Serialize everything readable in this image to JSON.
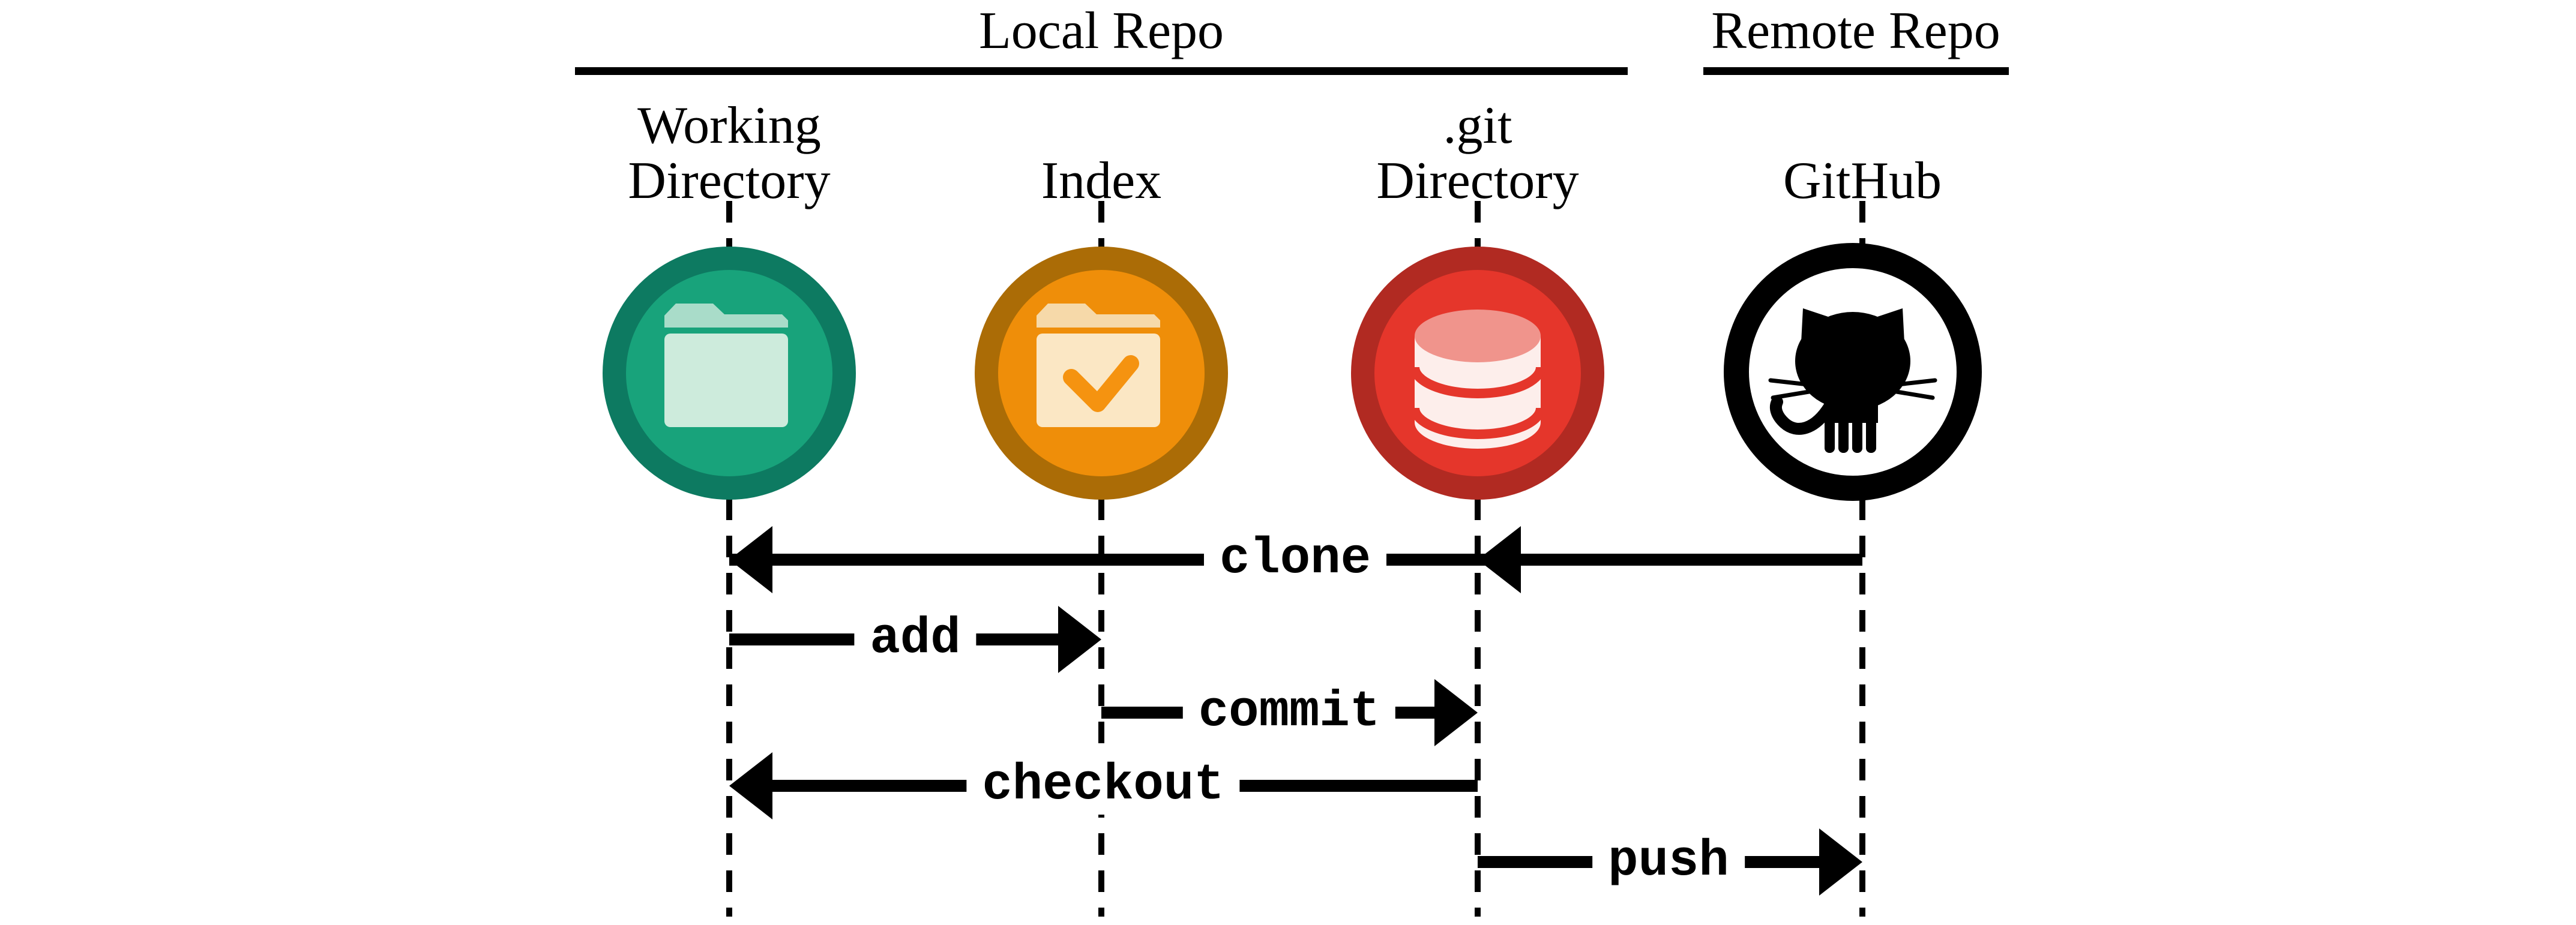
{
  "diagram": {
    "background": "#ffffff",
    "line_color": "#000000",
    "lifeline_style": "dashed",
    "headers": {
      "local": {
        "label": "Local Repo"
      },
      "remote": {
        "label": "Remote Repo"
      }
    },
    "columns": [
      {
        "id": "working-directory",
        "label": "Working\nDirectory",
        "group": "local",
        "icon": "folder-icon",
        "ring_color": "#0d7a61",
        "fill_color": "#18a37b",
        "glyph_color": "#cdebdc",
        "tab_color": "#a9dcc9"
      },
      {
        "id": "index",
        "label": "Index",
        "group": "local",
        "icon": "folder-check-icon",
        "ring_color": "#ab6c06",
        "fill_color": "#ef8e09",
        "glyph_color": "#fbe7c4",
        "tab_color": "#f6d9a9",
        "check_color": "#f59310"
      },
      {
        "id": "git-directory",
        "label": ".git\nDirectory",
        "group": "local",
        "icon": "database-icon",
        "ring_color": "#b12a22",
        "fill_color": "#e5362b",
        "glyph_color": "#fdeeeb",
        "accent_color": "#f0948c"
      },
      {
        "id": "github",
        "label": "GitHub",
        "group": "remote",
        "icon": "github-octocat-icon",
        "ring_color": "#000000",
        "fill_color": "#ffffff",
        "glyph_color": "#000000"
      }
    ],
    "arrows": [
      {
        "label": "clone",
        "from": "github",
        "to": "working-directory",
        "direction": "left",
        "arrowheads": [
          "working-directory",
          "git-directory"
        ]
      },
      {
        "label": "add",
        "from": "working-directory",
        "to": "index",
        "direction": "right",
        "arrowheads": [
          "index"
        ]
      },
      {
        "label": "commit",
        "from": "index",
        "to": "git-directory",
        "direction": "right",
        "arrowheads": [
          "git-directory"
        ]
      },
      {
        "label": "checkout",
        "from": "git-directory",
        "to": "working-directory",
        "direction": "left",
        "arrowheads": [
          "working-directory"
        ]
      },
      {
        "label": "push",
        "from": "git-directory",
        "to": "github",
        "direction": "right",
        "arrowheads": [
          "github"
        ]
      }
    ]
  }
}
